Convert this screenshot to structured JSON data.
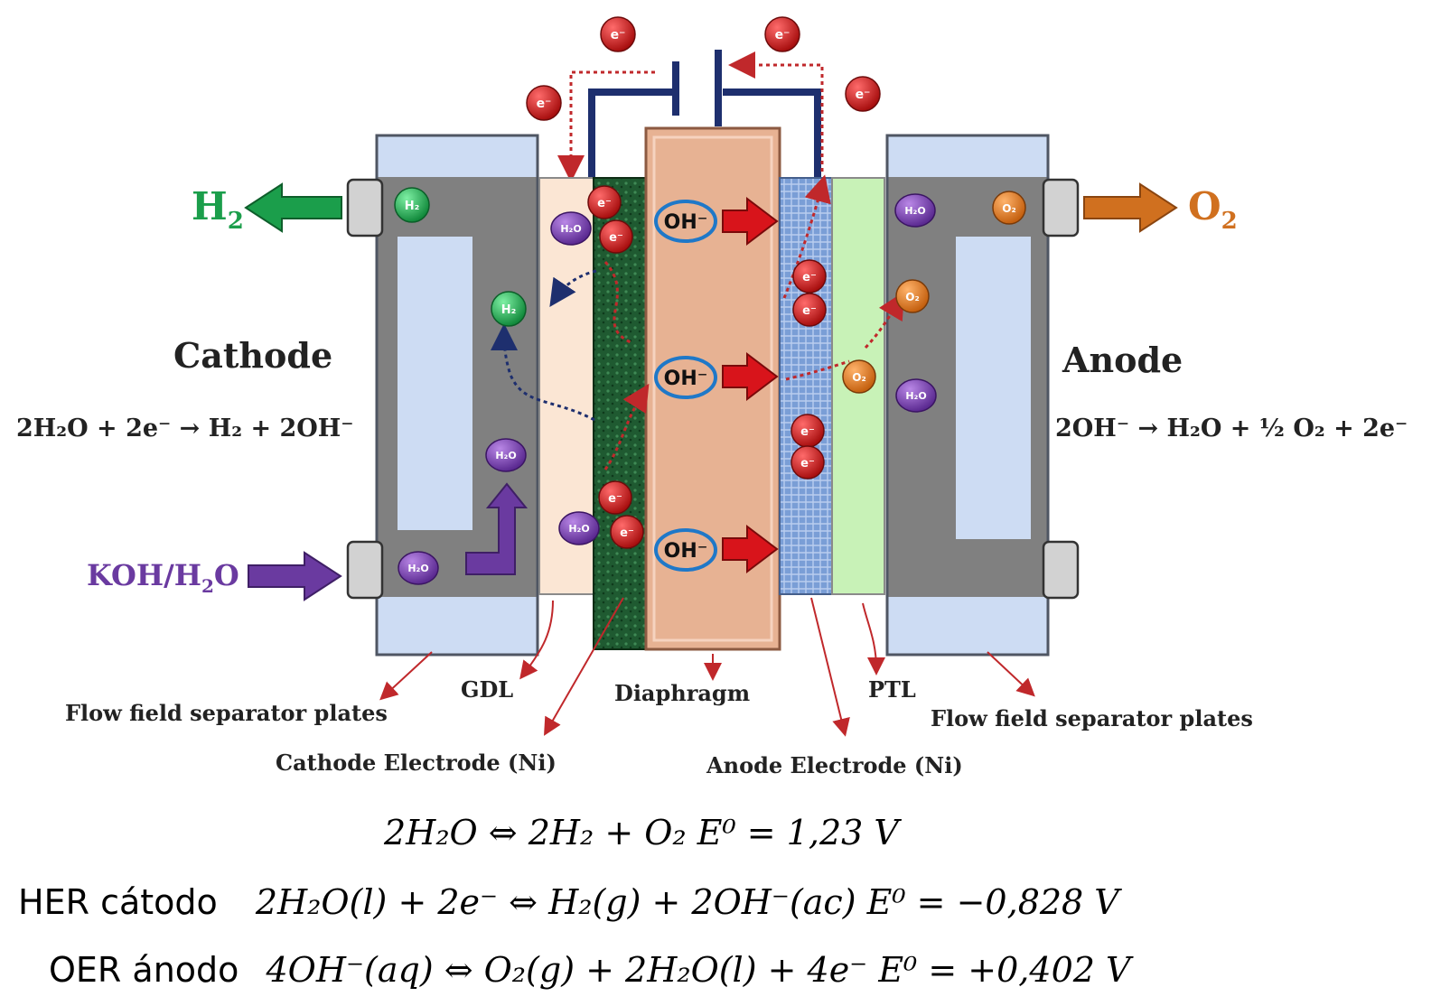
{
  "colors": {
    "h2": "#1b9e4b",
    "o2": "#d0701f",
    "koh": "#6a3aa0",
    "electron": "#c81d1d",
    "wire": "#1e2f6e",
    "leader": "#c0282b",
    "plate_gray": "#808080",
    "plate_blue": "#cddcf3",
    "diaphragm": "#e7b293",
    "gdl": "#fbe6d4",
    "ptl": "#c8f2b7",
    "cathode_electrode": "#1e5a30",
    "anode_electrode": "#7ea0d4"
  },
  "labels": {
    "cathode": "Cathode",
    "anode": "Anode",
    "h2_out": "H",
    "h2_out_sub": "2",
    "o2_out": "O",
    "o2_out_sub": "2",
    "koh_in": "KOH/H",
    "koh_in_sub": "2",
    "koh_in_tail": "O",
    "gdl": "GDL",
    "diaphragm": "Diaphragm",
    "ptl": "PTL",
    "flow_left": "Flow field separator plates",
    "flow_right": "Flow field separator plates",
    "cathode_electrode": "Cathode Electrode (Ni)",
    "anode_electrode": "Anode Electrode (Ni)"
  },
  "reactions": {
    "cathode": "2H₂O + 2e⁻ → H₂ + 2OH⁻",
    "anode": "2OH⁻ → H₂O  + ½ O₂ + 2e⁻"
  },
  "ions": {
    "electron": "e⁻",
    "hydroxide": "OH⁻",
    "water": "H₂O",
    "hydrogen": "H₂",
    "oxygen": "O₂"
  },
  "equations": {
    "overall": "2H₂O ⇔ 2H₂ + O₂  E⁰ = 1,23 V",
    "her_tag": "HER  cátodo",
    "her": "2H₂O(l) + 2e⁻ ⇔ H₂(g) + 2OH⁻(ac)   E⁰ = −0,828 V",
    "oer_tag": "OER ánodo",
    "oer": "4OH⁻(aq) ⇔ O₂(g) + 2H₂O(l) + 4e⁻  E⁰ = +0,402 V"
  }
}
